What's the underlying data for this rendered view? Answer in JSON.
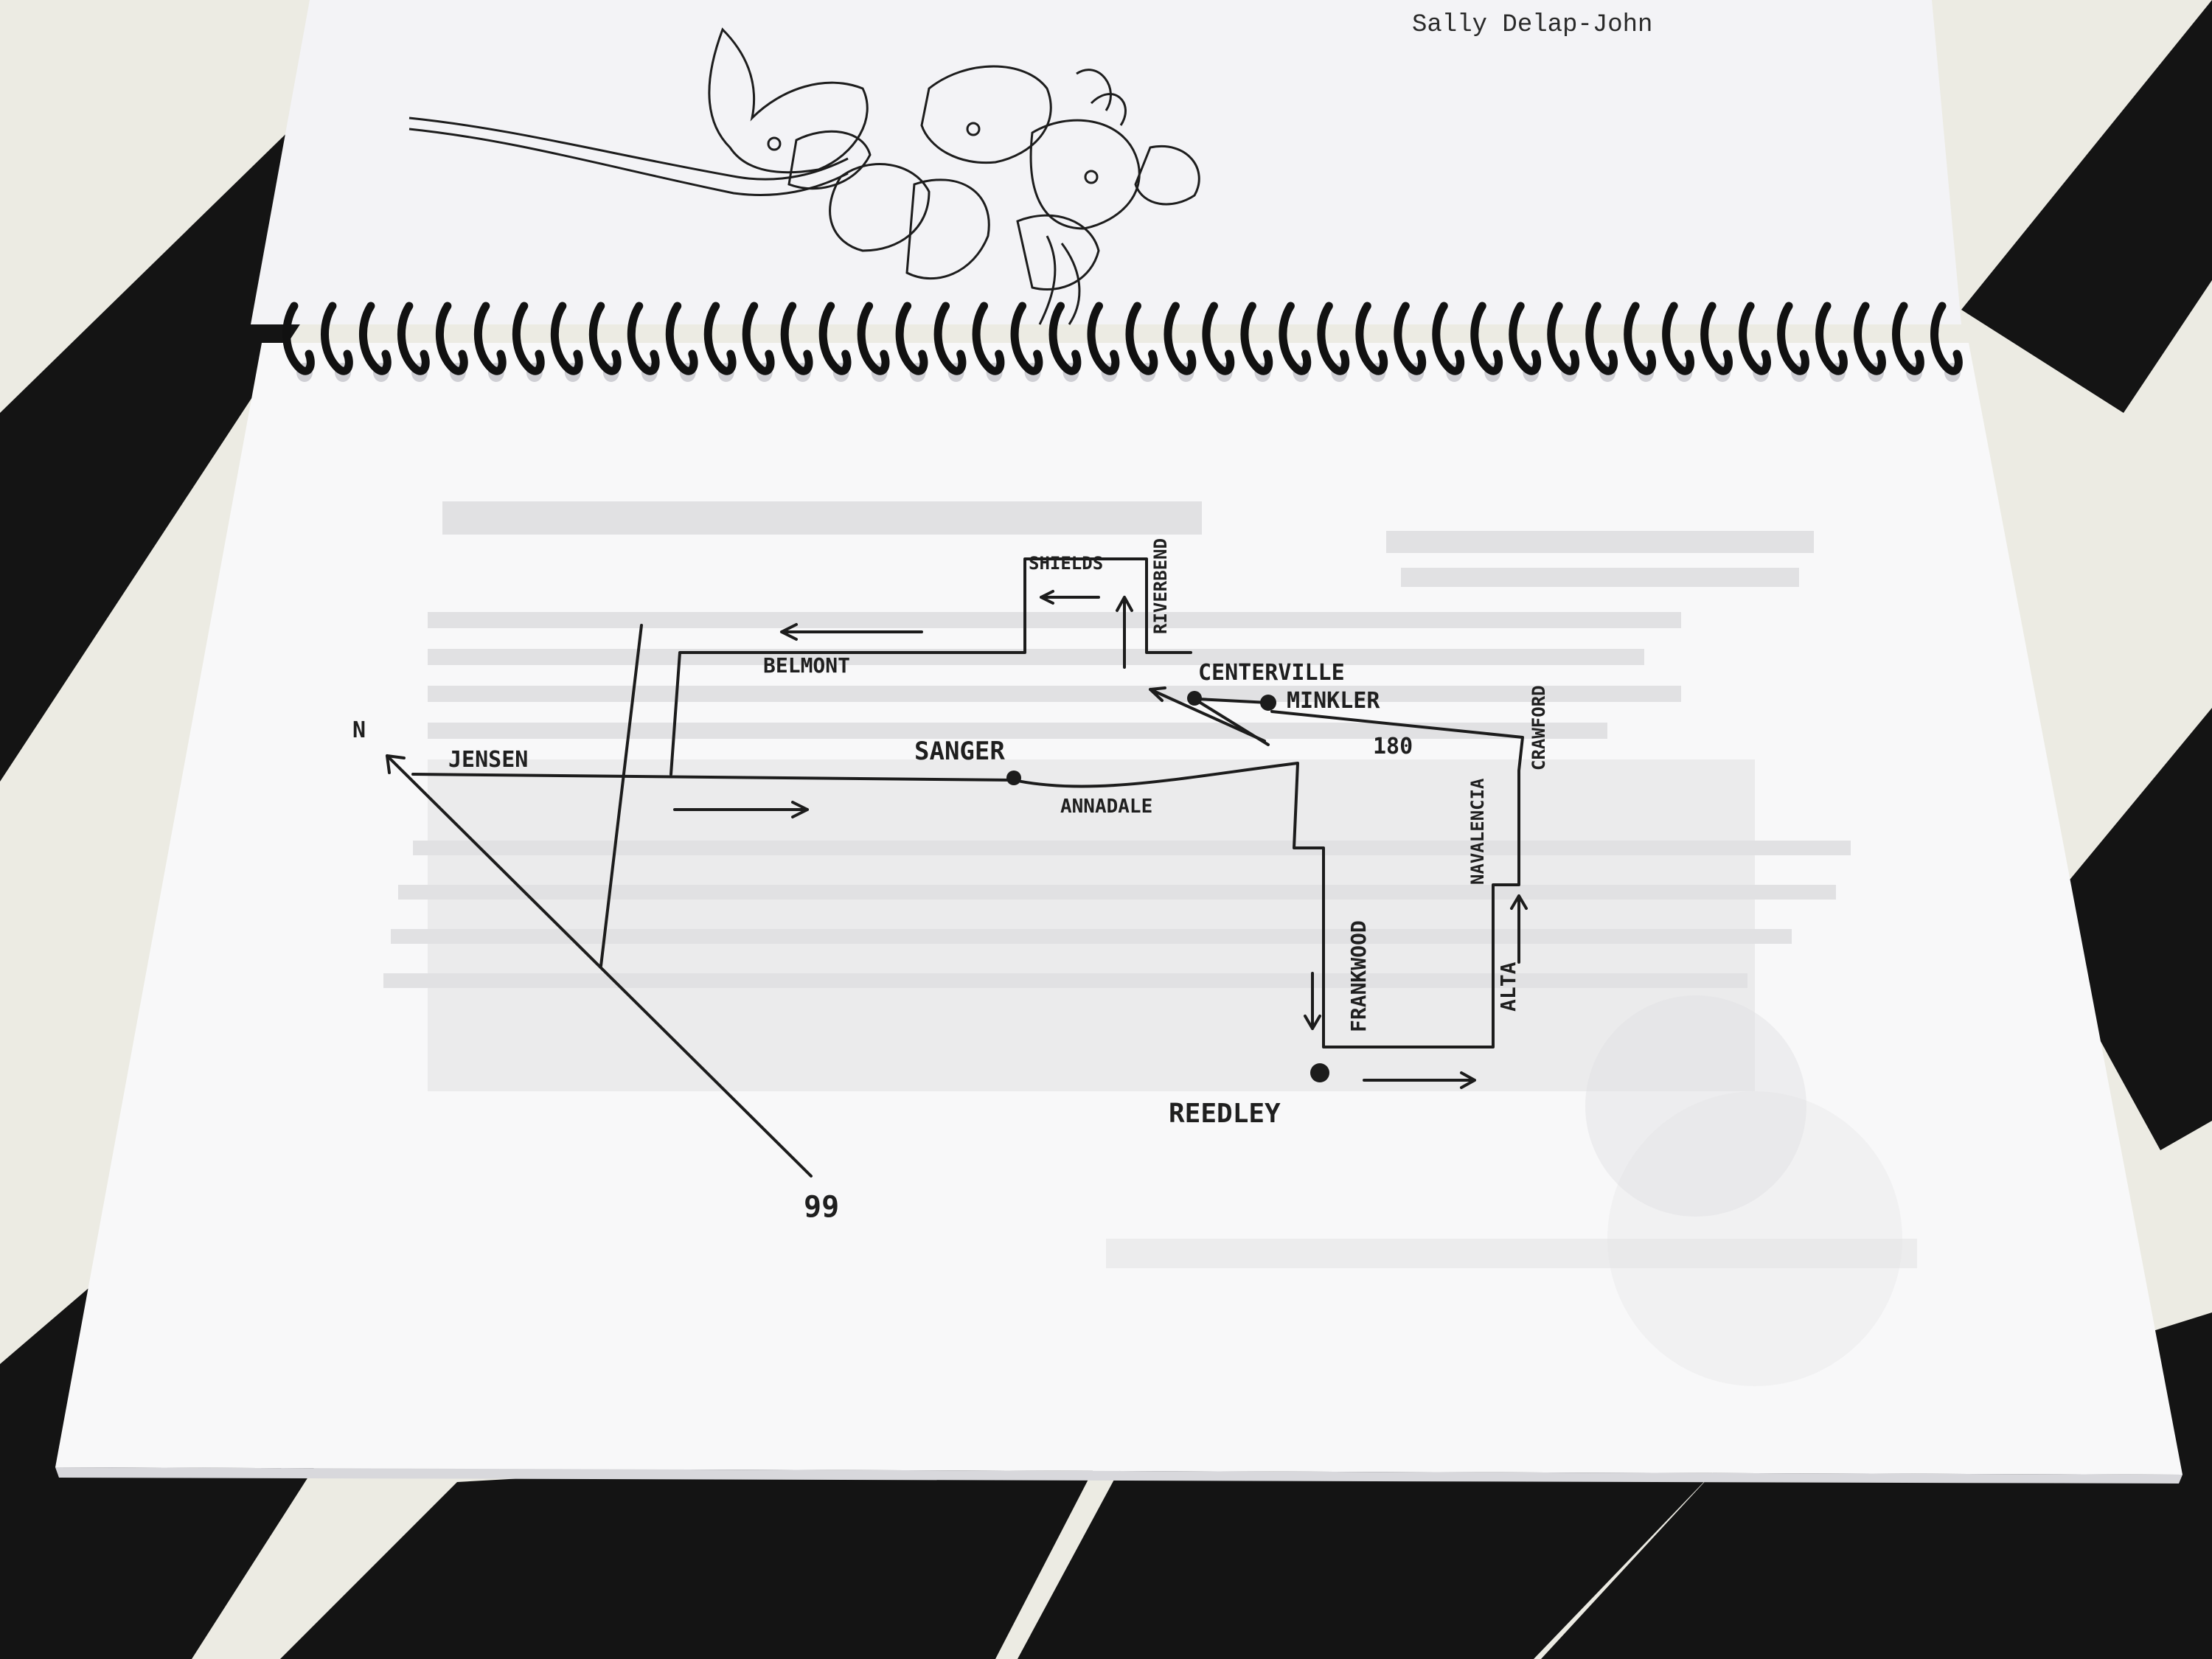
{
  "top_page": {
    "author": "Sally Delap-John"
  },
  "map": {
    "north_label": "N",
    "highway_label": "99",
    "roads": {
      "jensen": "JENSEN",
      "belmont": "BELMONT",
      "shields": "SHIELDS",
      "riverbend": "RIVERBEND",
      "centerville": "CENTERVILLE",
      "minkler": "MINKLER",
      "crawford": "CRAWFORD",
      "highway_180": "180",
      "annadale": "ANNADALE",
      "navalencia": "NAVALENCIA",
      "frankwood": "FRANKWOOD",
      "alta": "ALTA"
    },
    "towns": {
      "sanger": "SANGER",
      "reedley": "REEDLEY"
    }
  }
}
